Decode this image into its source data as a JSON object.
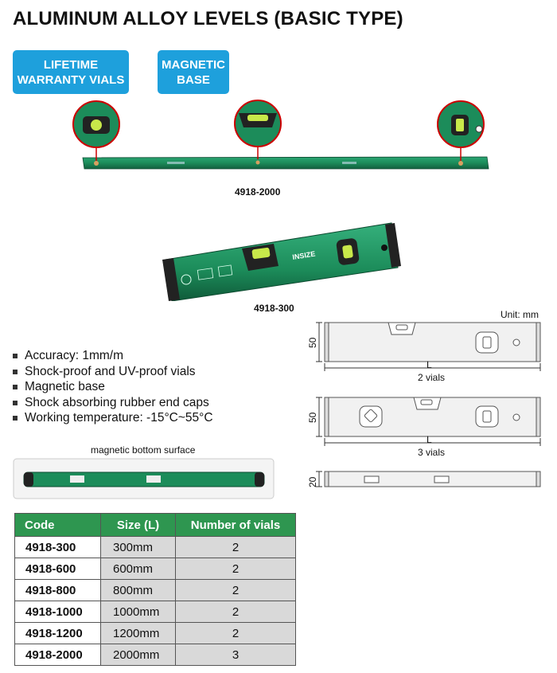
{
  "title": "ALUMINUM ALLOY LEVELS (BASIC TYPE)",
  "badges": {
    "warranty_line1": "LIFETIME",
    "warranty_line2": "WARRANTY VIALS",
    "magnetic_line1": "MAGNETIC",
    "magnetic_line2": "BASE"
  },
  "product_images": {
    "long_model": "4918-2000",
    "short_model": "4918-300",
    "brand": "INSIZE"
  },
  "colors": {
    "level_green": "#1c8c5a",
    "badge_blue": "#1ea0dc",
    "header_green": "#2e9650"
  },
  "diagrams": {
    "unit": "Unit: mm",
    "two_vials": {
      "height": "50",
      "length": "L",
      "caption": "2 vials"
    },
    "three_vials": {
      "height": "50",
      "length": "L",
      "caption": "3 vials"
    },
    "bottom": {
      "height": "20"
    }
  },
  "features": [
    "Accuracy: 1mm/m",
    "Shock-proof and UV-proof vials",
    "Magnetic base",
    "Shock absorbing rubber end caps",
    "Working temperature: -15°C~55°C"
  ],
  "magnetic_caption": "magnetic bottom surface",
  "table": {
    "headers": [
      "Code",
      "Size (L)",
      "Number of vials"
    ],
    "rows": [
      [
        "4918-300",
        "300mm",
        "2"
      ],
      [
        "4918-600",
        "600mm",
        "2"
      ],
      [
        "4918-800",
        "800mm",
        "2"
      ],
      [
        "4918-1000",
        "1000mm",
        "2"
      ],
      [
        "4918-1200",
        "1200mm",
        "2"
      ],
      [
        "4918-2000",
        "2000mm",
        "3"
      ]
    ]
  }
}
